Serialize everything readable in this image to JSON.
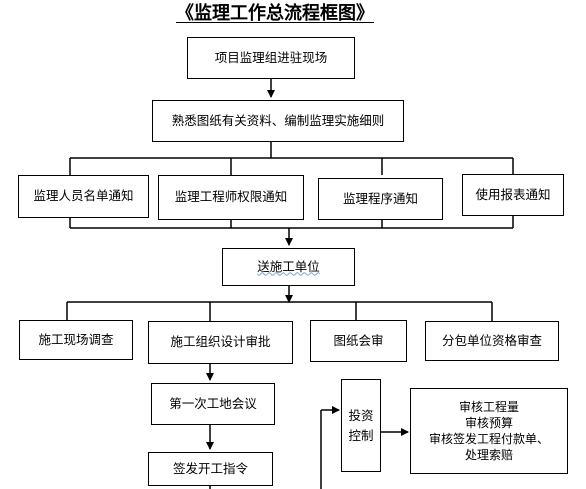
{
  "title": "《监理工作总流程框图》",
  "nodes": {
    "enter_site": "项目监理组进驻现场",
    "familiarize": "熟悉图纸有关资料、编制监理实施细则",
    "staff_notice": "监理人员名单通知",
    "authority_notice": "监理工程师权限通知",
    "procedure_notice": "监理程序通知",
    "report_notice": "使用报表通知",
    "send_unit": "送施工单位",
    "site_survey": "施工现场调查",
    "design_approval": "施工组织设计审批",
    "drawing_review": "图纸会审",
    "subcontract_review": "分包单位资格审查",
    "first_meeting": "第一次工地会议",
    "start_order": "签发开工指令",
    "investment_control": "投资控制",
    "review_items": "审核工程量\n审核预算\n审核签发工程付款单、\n处理索赔"
  }
}
